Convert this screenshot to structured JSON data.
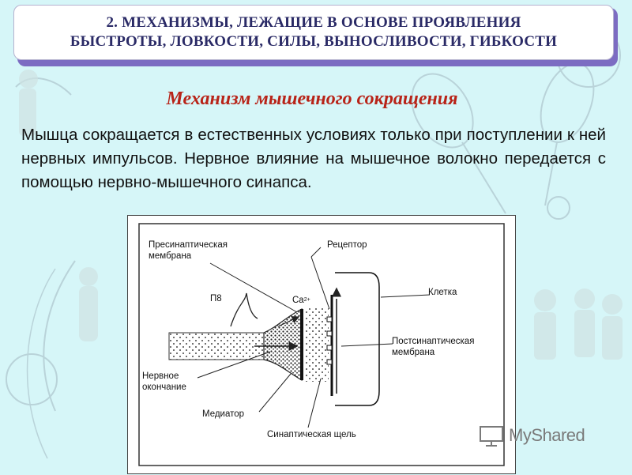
{
  "title": {
    "line1": "2. МЕХАНИЗМЫ, ЛЕЖАЩИЕ В ОСНОВЕ ПРОЯВЛЕНИЯ",
    "line2": "БЫСТРОТЫ, ЛОВКОСТИ, СИЛЫ, ВЫНОСЛИВОСТИ, ГИБКОСТИ"
  },
  "heading": "Механизм мышечного сокращения",
  "body": "Мышца сокращается в естественных условиях только при поступлении к ней нервных импульсов. Нервное влияние на мышечное волокно передается с помощью нервно-мышечного синапса.",
  "figure": {
    "labels": {
      "presynaptic_l1": "Пресинаптическая",
      "presynaptic_l2": "мембрана",
      "receptor": "Рецептор",
      "pd": "П8",
      "ca": "Ca",
      "ca_charge": "2+",
      "cell": "Клетка",
      "postsynaptic_l1": "Постсинаптическая",
      "postsynaptic_l2": "мембрана",
      "nerve_l1": "Нервное",
      "nerve_l2": "окончание",
      "mediator": "Медиатор",
      "cleft": "Синаптическая щель"
    }
  },
  "watermark": {
    "text": "MyShared"
  },
  "colors": {
    "background": "#d6f6f8",
    "title_shadow": "#7c6cc2",
    "heading": "#b82318",
    "title_text": "#2a2a66"
  }
}
